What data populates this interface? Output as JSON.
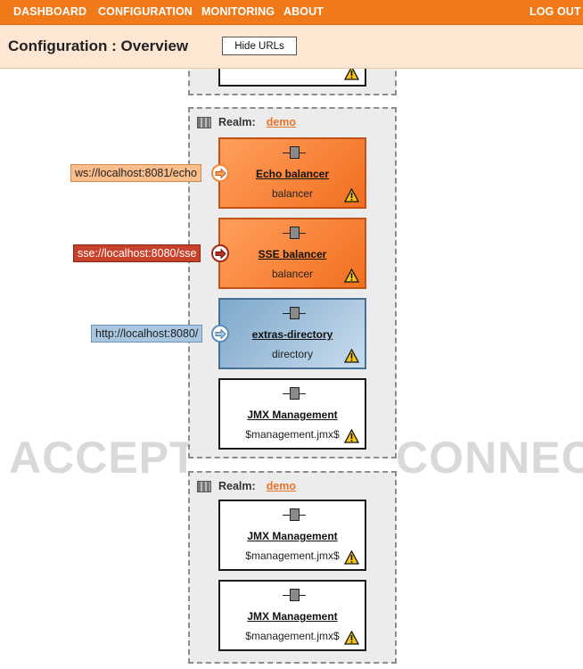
{
  "nav": {
    "dashboard": "DASHBOARD",
    "configuration": "CONFIGURATION",
    "monitoring": "MONITORING",
    "about": "ABOUT",
    "logout": "LOG OUT"
  },
  "header": {
    "title": "Configuration : Overview",
    "hide_urls": "Hide URLs"
  },
  "background_labels": {
    "left": "ACCEPT",
    "right": "CONNECT"
  },
  "realms": [
    {
      "label": "Realm:",
      "name": "demo",
      "services": [
        {
          "name": "Echo balancer",
          "type": "balancer",
          "accept_url": "ws://localhost:8081/echo",
          "style": "orange"
        },
        {
          "name": "SSE balancer",
          "type": "balancer",
          "accept_url": "sse://localhost:8080/sse",
          "style": "red"
        },
        {
          "name": "extras-directory",
          "type": "directory",
          "accept_url": "http://localhost:8080/",
          "style": "blue"
        },
        {
          "name": "JMX Management",
          "type": "$management.jmx$",
          "style": "white"
        }
      ]
    },
    {
      "label": "Realm:",
      "name": "demo",
      "services": [
        {
          "name": "JMX Management",
          "type": "$management.jmx$",
          "style": "white"
        },
        {
          "name": "JMX Management",
          "type": "$management.jmx$",
          "style": "white"
        }
      ]
    }
  ],
  "colors": {
    "nav": "#f07a1a",
    "header_bg": "#fde7d2",
    "link": "#e8732a",
    "warning": "#f5c518"
  }
}
